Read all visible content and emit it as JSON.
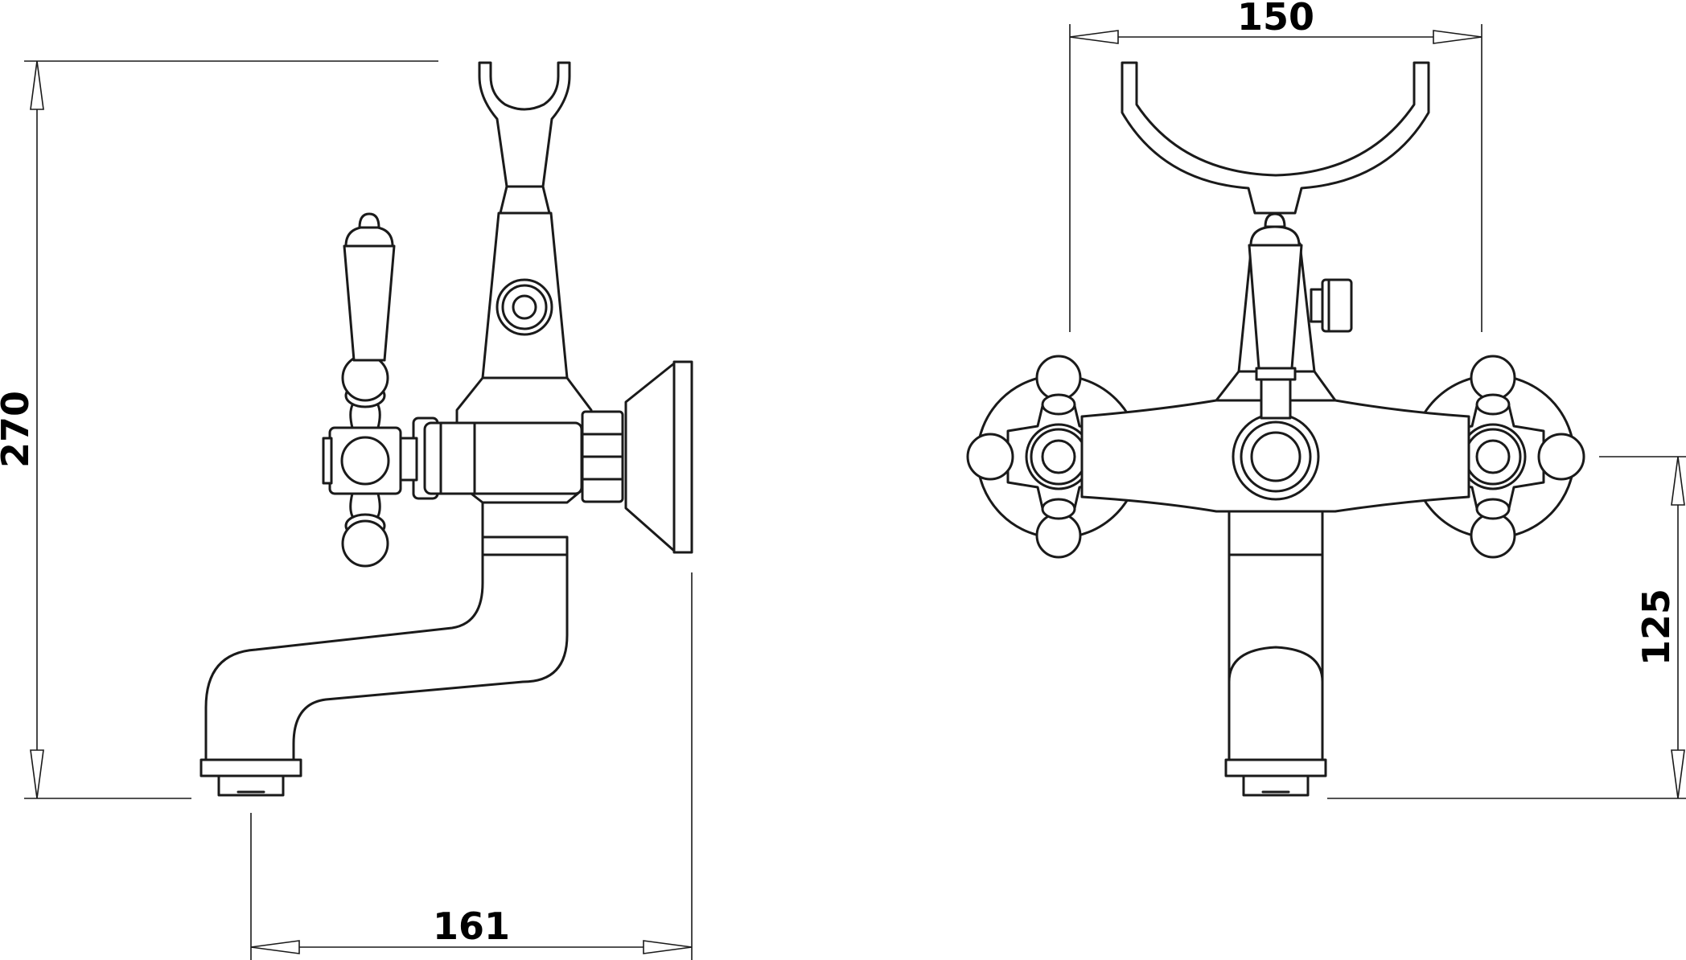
{
  "drawing": {
    "colors": {
      "line": "#1a1a1a",
      "background": "#ffffff"
    },
    "dimensions": {
      "overall_height": "270",
      "projection": "161",
      "width": "150",
      "spout_height": "125"
    }
  }
}
